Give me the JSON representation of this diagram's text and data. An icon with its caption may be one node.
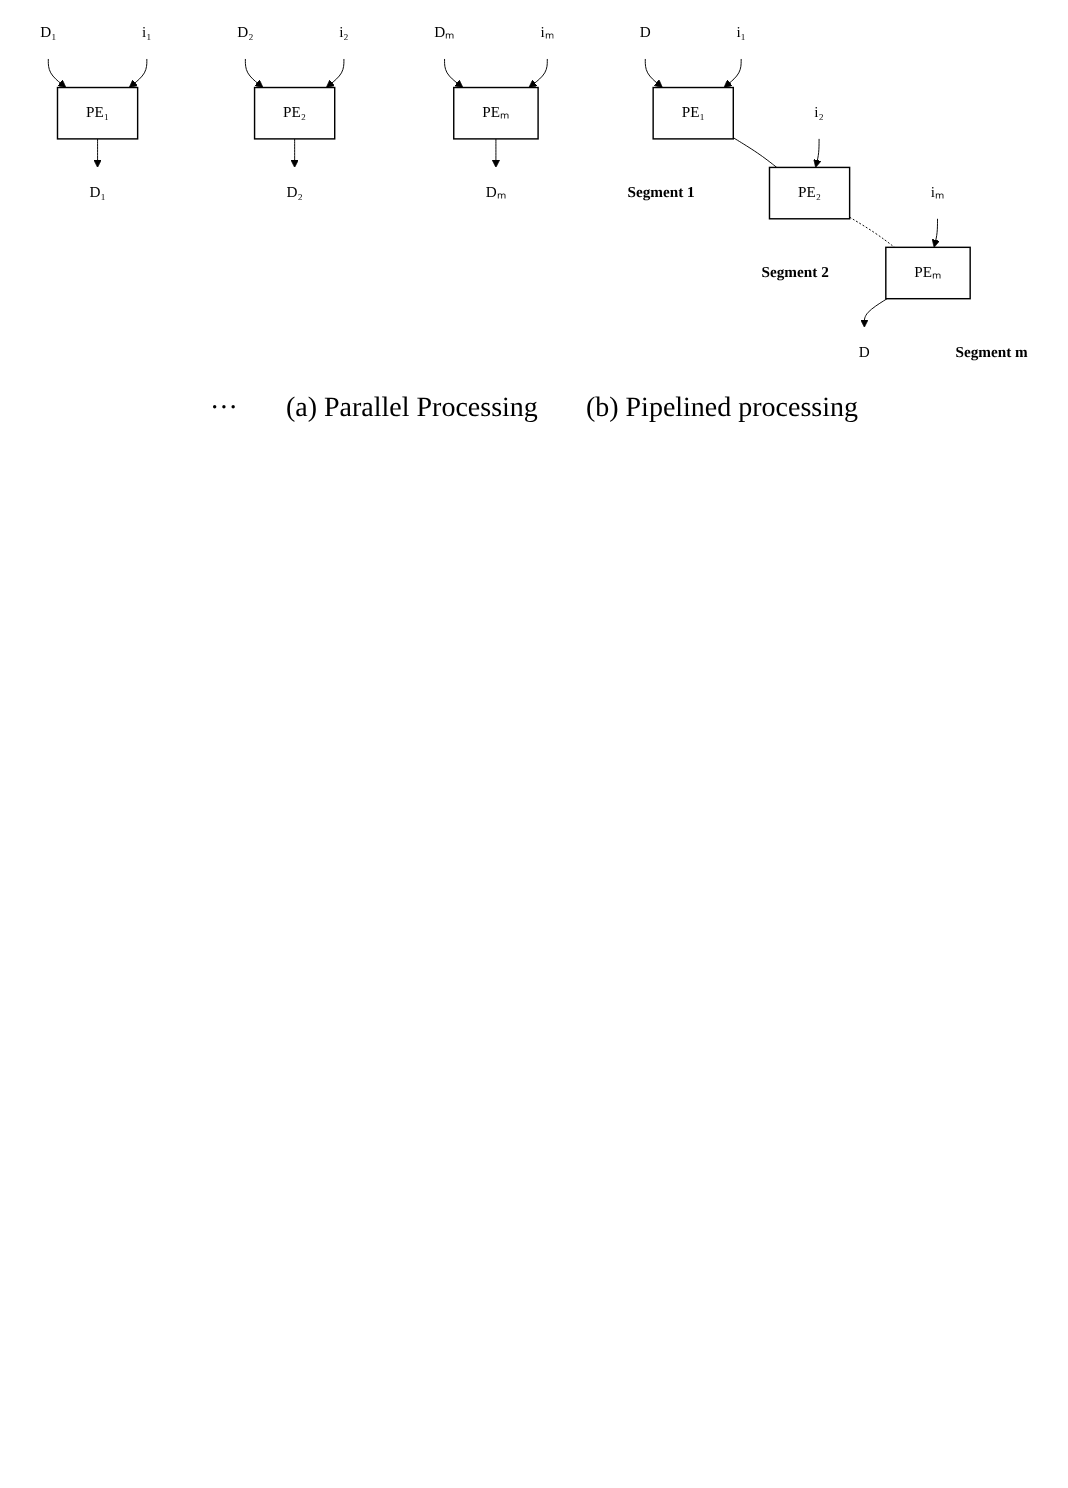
{
  "diagram": {
    "nodes": [
      {
        "text": [
          "D₁"
        ]
      },
      {
        "text": [
          "D₂"
        ]
      },
      {
        "text": [
          "Dₘ"
        ]
      },
      {
        "text": [
          "i₁"
        ]
      },
      {
        "text": [
          "PE₁"
        ]
      },
      {
        "text": [
          "i₂"
        ]
      },
      {
        "text": [
          "PE₂"
        ]
      },
      {
        "text": [
          "iₘ"
        ]
      },
      {
        "text": [
          "PEₘ"
        ]
      },
      {
        "text": [
          "D₁"
        ]
      },
      {
        "text": [
          "D₂"
        ]
      },
      {
        "text": [
          "Dₘ"
        ]
      },
      {
        "text": [
          "D"
        ]
      },
      {
        "text": [
          "i₁"
        ]
      },
      {
        "text": [
          "PE₁"
        ],
        "beside": [
          "Segment 1"
        ]
      },
      {
        "text": [
          "i₂"
        ]
      },
      {
        "text": [
          "PE₂"
        ],
        "beside": [
          "Segment 2"
        ]
      },
      {
        "text": [
          "iₘ"
        ]
      },
      {
        "text": [
          "PEₘ"
        ],
        "beside": [
          "Segment m"
        ]
      },
      {
        "text": [
          "D"
        ]
      }
    ],
    "edges": [
      {
        "from": 0,
        "to": 4,
        "arrow": "to"
      },
      {
        "from": 3,
        "to": 4,
        "arrow": "to"
      },
      {
        "from": 4,
        "to": 9,
        "arrow": "to"
      },
      {
        "from": 1,
        "to": 6,
        "arrow": "to"
      },
      {
        "from": 5,
        "to": 6,
        "arrow": "to"
      },
      {
        "from": 6,
        "to": 10,
        "arrow": "to"
      },
      {
        "from": 2,
        "to": 8,
        "arrow": "to"
      },
      {
        "from": 7,
        "to": 8,
        "arrow": "to"
      },
      {
        "from": 8,
        "to": 11,
        "arrow": "to"
      },
      {
        "from": 12,
        "to": 14,
        "arrow": "to"
      },
      {
        "from": 13,
        "to": 14,
        "arrow": "to"
      },
      {
        "from": 14,
        "to": 16,
        "arrow": "none"
      },
      {
        "from": 15,
        "to": 16,
        "arrow": "to"
      },
      {
        "from": 16,
        "to": 18,
        "arrow": "none",
        "style": "dashed"
      },
      {
        "from": 17,
        "to": 18,
        "arrow": "to"
      },
      {
        "from": 18,
        "to": 19,
        "arrow": "to"
      }
    ],
    "labels": [
      "···",
      "(a) Parallel Processing",
      "(b) Pipelined processing"
    ]
  }
}
